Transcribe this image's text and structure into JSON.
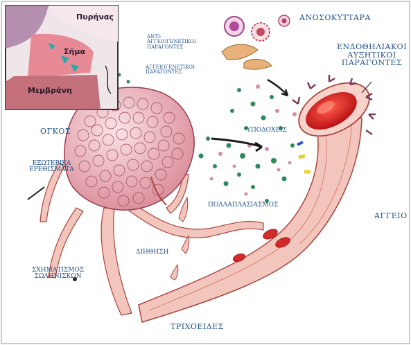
{
  "labels": {
    "inset_nucleus": "Πυρήνας",
    "inset_signal": "Σήμα",
    "inset_membrane": "Μεμβράνη",
    "anti_factors_l1": "ΑΝΤΙ-",
    "anti_factors_l2": "ΑΓΓΕΙΟΓΕΝΕΤΙΚΟΙ",
    "anti_factors_l3": "ΠΑΡΑΓΟΝΤΕΣ",
    "angio_factors_l1": "ΑΓΓΕΙΟΓΕΝΕΤΙΚΟΙ",
    "angio_factors_l2": "ΠΑΡΑΓΟΝΤΕΣ",
    "immune_cells": "ΑΝΟΣΟΚΥΤΤΑΡΑ",
    "endothelial_l1": "ΕΝΔΟΘΗΛΙΑΚΟΙ",
    "endothelial_l2": "ΑΥΞΗΤΙΚΟΙ",
    "endothelial_l3": "ΠΑΡΑΓΟΝΤΕΣ",
    "tumor": "ΟΓΚΟΣ",
    "receptors": "ΥΠΟΔΟΧΕΙΣ",
    "external_l1": "ΕΞΩΤΕΡΙΚΑ",
    "external_l2": "ΕΡΕΘΙΣΜΑΤΑ",
    "proliferation": "ΠΟΛΛΑΠΛΑΣΙΑΣΜΟΣ",
    "vessel": "ΑΓΓΕΙΟ",
    "migration": "ΔΙΗΘΗΣΗ",
    "tube_l1": "ΣΧΗΜΑΤΙΣΜΟΣ",
    "tube_l2": "ΣΩΛΗΝΙΣΚΩΝ",
    "capillaries": "ΤΡΙΧΟΕΙΔΕΣ"
  },
  "colors": {
    "label": "#1d4f8a",
    "vessel_fill": "#f3c6bd",
    "vessel_stroke": "#a8433b",
    "tumor_fill": "#f1b7bf",
    "blood_red": "#d42a2a",
    "factor_green": "#2f8a5a",
    "factor_pink": "#d98aa6",
    "receptor_blue": "#2b59c3",
    "receptor_yellow": "#e8d22c"
  }
}
